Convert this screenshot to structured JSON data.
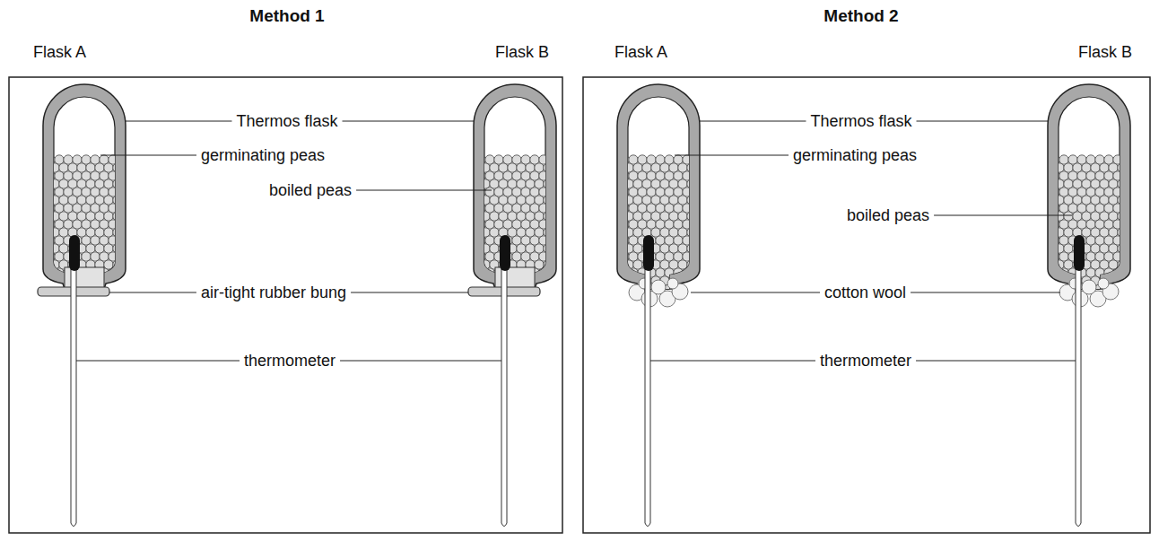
{
  "diagram": {
    "labels": [
      "Method 1",
      "Method 2",
      "Flask A",
      "Flask B",
      "Flask A",
      "Flask B",
      "Thermos flask",
      "germinating peas",
      "boiled peas",
      "air-tight rubber bung",
      "thermometer",
      "Thermos flask",
      "germinating peas",
      "boiled peas",
      "cotton wool",
      "thermometer"
    ]
  }
}
